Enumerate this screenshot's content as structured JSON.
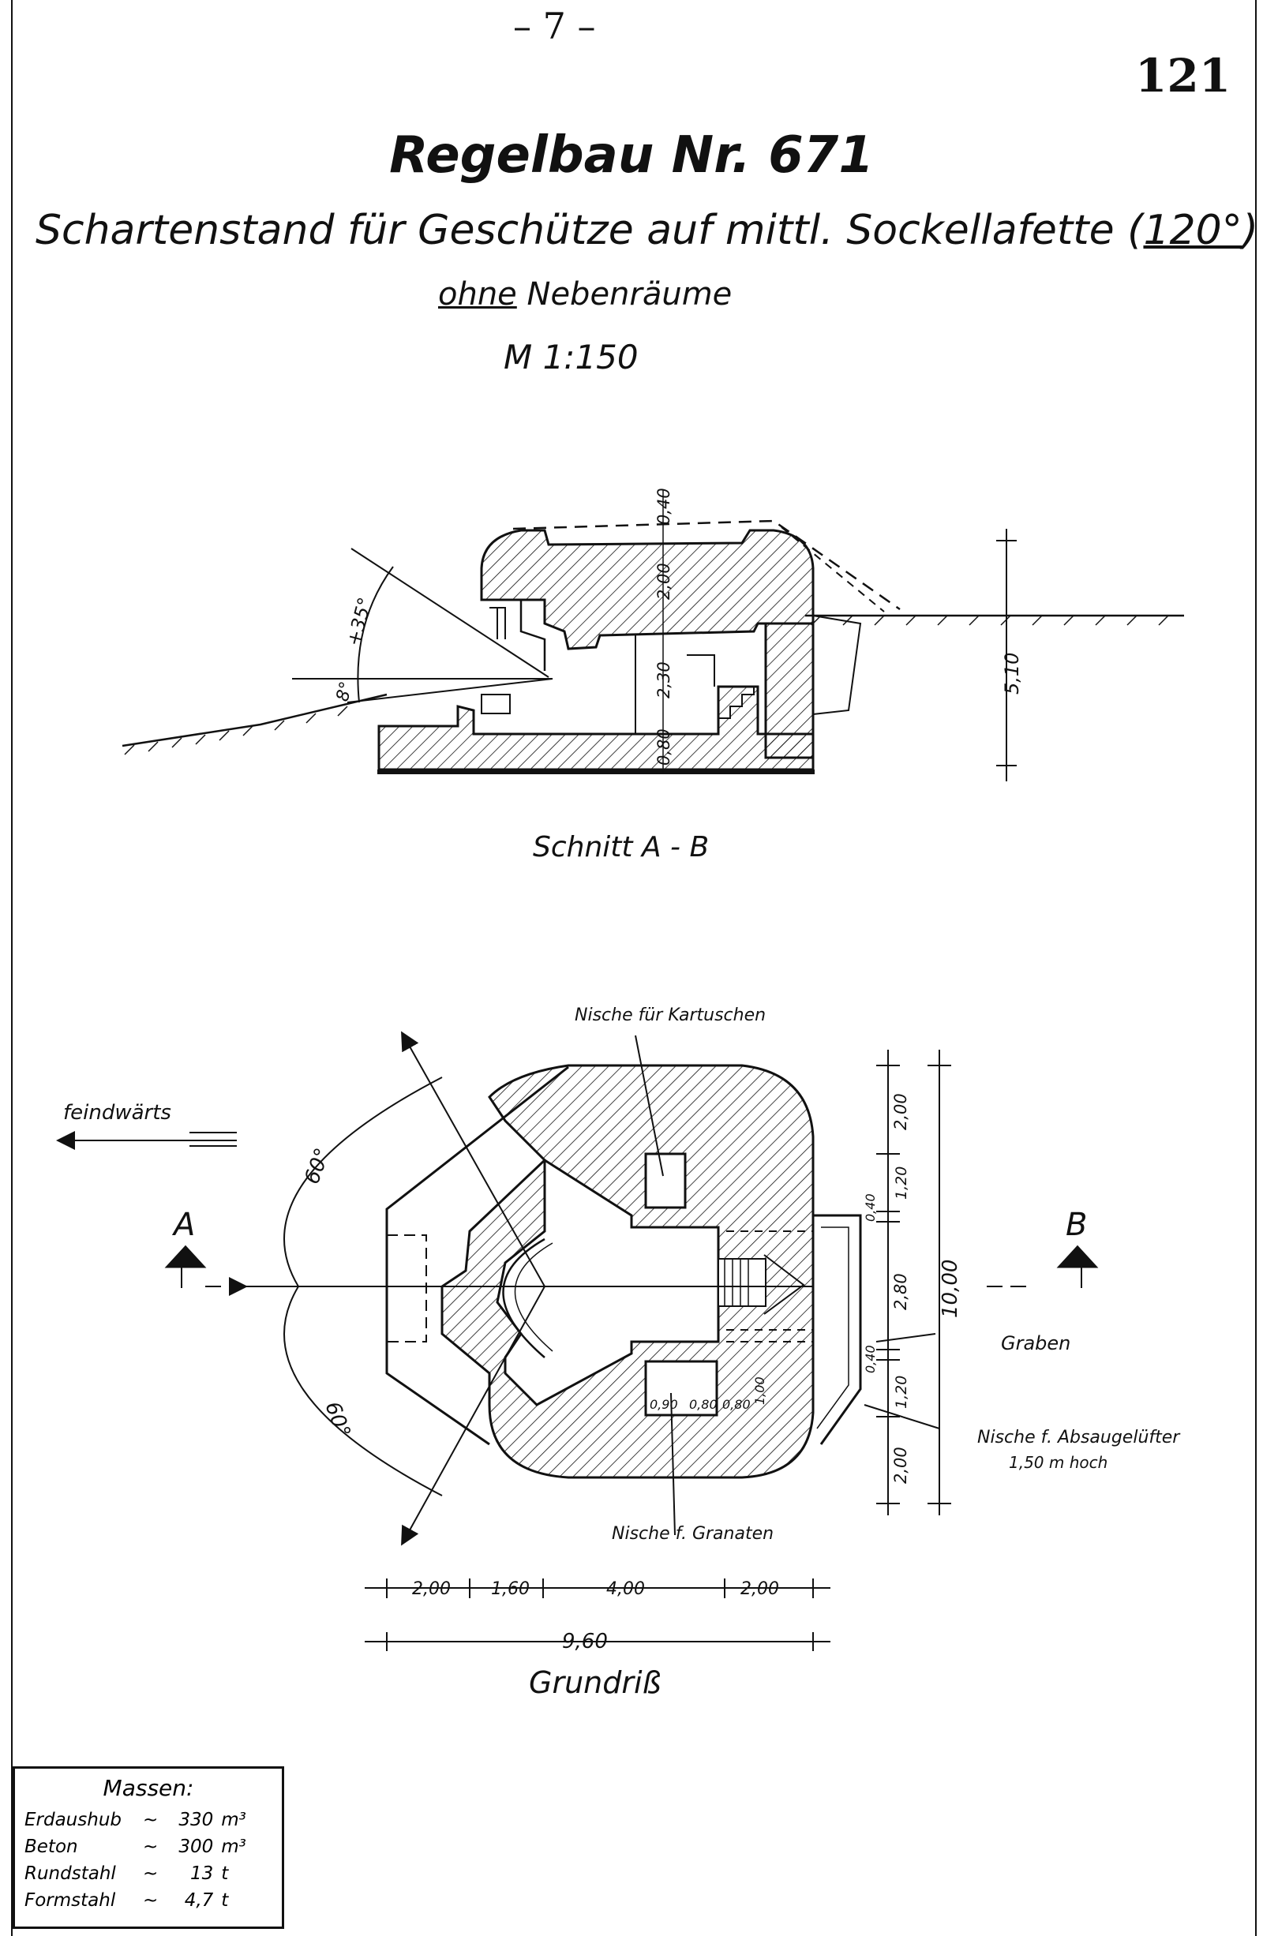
{
  "page_number": "– 7 –",
  "sheet_number": "121",
  "title": "Regelbau Nr. 671",
  "subtitle": {
    "main": "Schartenstand für Geschütze auf mittl. Sockellafette",
    "angle": "120°"
  },
  "subtitle2": {
    "underlined": "ohne",
    "rest": "Nebenräume"
  },
  "scale": "M 1:150",
  "section": {
    "caption": "Schnitt A - B",
    "angle_up": "+35°",
    "angle_down": "8°",
    "dims": [
      "0,40",
      "2,00",
      "2,30",
      "0,80",
      "5,10"
    ]
  },
  "plan": {
    "caption": "Grundriß",
    "enemy_direction": "feindwärts",
    "marker_a": "A",
    "marker_b": "B",
    "angle_upper": "60°",
    "angle_lower": "60°",
    "niche_cartridges": "Nische für Kartuschen",
    "niche_grenades": "Nische f. Granaten",
    "trench": "Graben",
    "niche_ventilator_1": "Nische f. Absaugelüfter",
    "niche_ventilator_2": "1,50 m hoch",
    "right_dims": [
      "2,00",
      "1,20",
      "0,40",
      "2,80",
      "0,40",
      "1,20",
      "2,00"
    ],
    "overall_depth": "10,00",
    "niche_dims": [
      "0,90",
      "0,80",
      "0,80",
      "1,00"
    ],
    "bottom_dims": [
      "2,00",
      "1,60",
      "4,00",
      "2,00"
    ],
    "overall_width": "9,60"
  },
  "massen": {
    "title": "Massen:",
    "rows": [
      {
        "name": "Erdaushub",
        "approx": "~",
        "value": "330",
        "unit": "m³"
      },
      {
        "name": "Beton",
        "approx": "~",
        "value": "300",
        "unit": "m³"
      },
      {
        "name": "Rundstahl",
        "approx": "~",
        "value": "13",
        "unit": "t"
      },
      {
        "name": "Formstahl",
        "approx": "~",
        "value": "4,7",
        "unit": "t"
      }
    ]
  }
}
